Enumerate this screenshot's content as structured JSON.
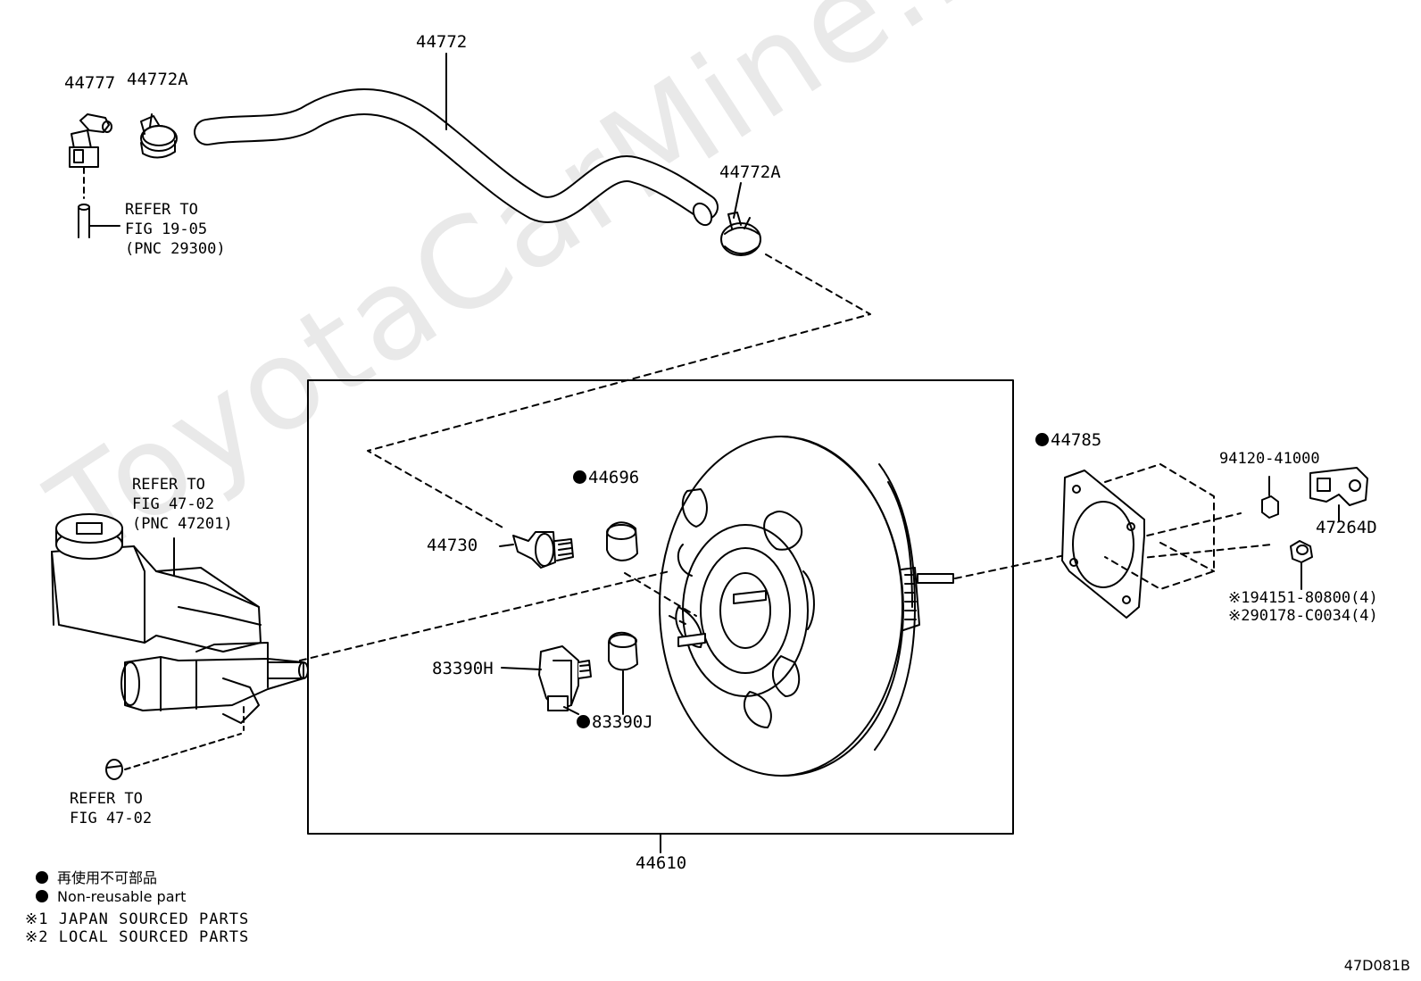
{
  "watermark": "ToyotaCarMine.ru",
  "parts": {
    "p44772": "44772",
    "p44777": "44777",
    "p44772A_top": "44772A",
    "p44772A_right": "44772A",
    "p44610": "44610",
    "p44730": "44730",
    "p44696": "44696",
    "p83390H": "83390H",
    "p83390J": "83390J",
    "p44785": "44785",
    "p94120": "94120-41000",
    "p47264D": "47264D",
    "p194151": "※194151-80800(4)",
    "p290178": "※290178-C0034(4)"
  },
  "references": {
    "hose_ref": "REFER TO\nFIG 19-05\n(PNC 29300)",
    "reservoir_ref": "REFER TO\nFIG 47-02\n(PNC 47201)",
    "cap_ref": "REFER TO\nFIG 47-02"
  },
  "legend": {
    "line1": "再使用不可部品",
    "line2": "Non-reusable part",
    "line3": "※1 JAPAN SOURCED PARTS",
    "line4": "※2 LOCAL SOURCED PARTS"
  },
  "figure_code": "47D081B",
  "colors": {
    "line": "#000000",
    "watermark": "#e9e9e9",
    "background": "#ffffff"
  }
}
